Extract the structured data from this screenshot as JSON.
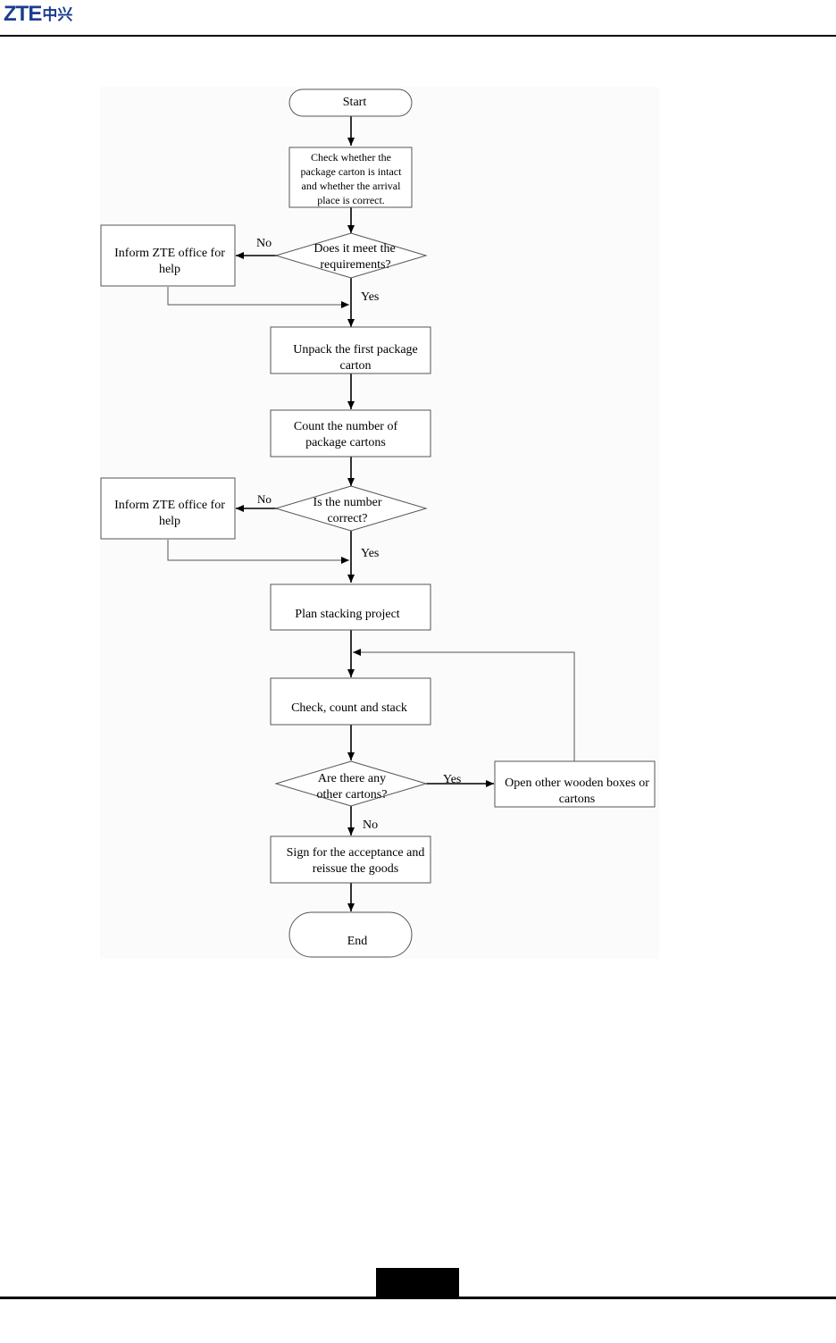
{
  "header": {
    "logo_latin": "ZTE",
    "logo_cjk": "中兴"
  },
  "flowchart": {
    "start": "Start",
    "check_carton": [
      "Check whether the",
      "package carton is intact",
      "and whether the arrival",
      "place is correct."
    ],
    "decision1": [
      "Does it meet the",
      "requirements?"
    ],
    "decision1_no": "No",
    "decision1_yes": "Yes",
    "inform1": [
      "Inform ZTE office for",
      "help"
    ],
    "unpack": [
      "Unpack the first package",
      "carton"
    ],
    "count": [
      "Count the number of",
      "package cartons"
    ],
    "decision2": [
      "Is the number",
      "correct?"
    ],
    "decision2_no": "No",
    "decision2_yes": "Yes",
    "inform2": [
      "Inform ZTE office for",
      "help"
    ],
    "plan": "Plan stacking project",
    "check_stack": "Check, count and stack",
    "decision3": [
      "Are there any",
      "other cartons?"
    ],
    "decision3_yes": "Yes",
    "decision3_no": "No",
    "open_other": [
      "Open other wooden boxes or",
      "cartons"
    ],
    "sign": [
      "Sign for the acceptance and",
      "reissue the goods"
    ],
    "end": "End"
  }
}
